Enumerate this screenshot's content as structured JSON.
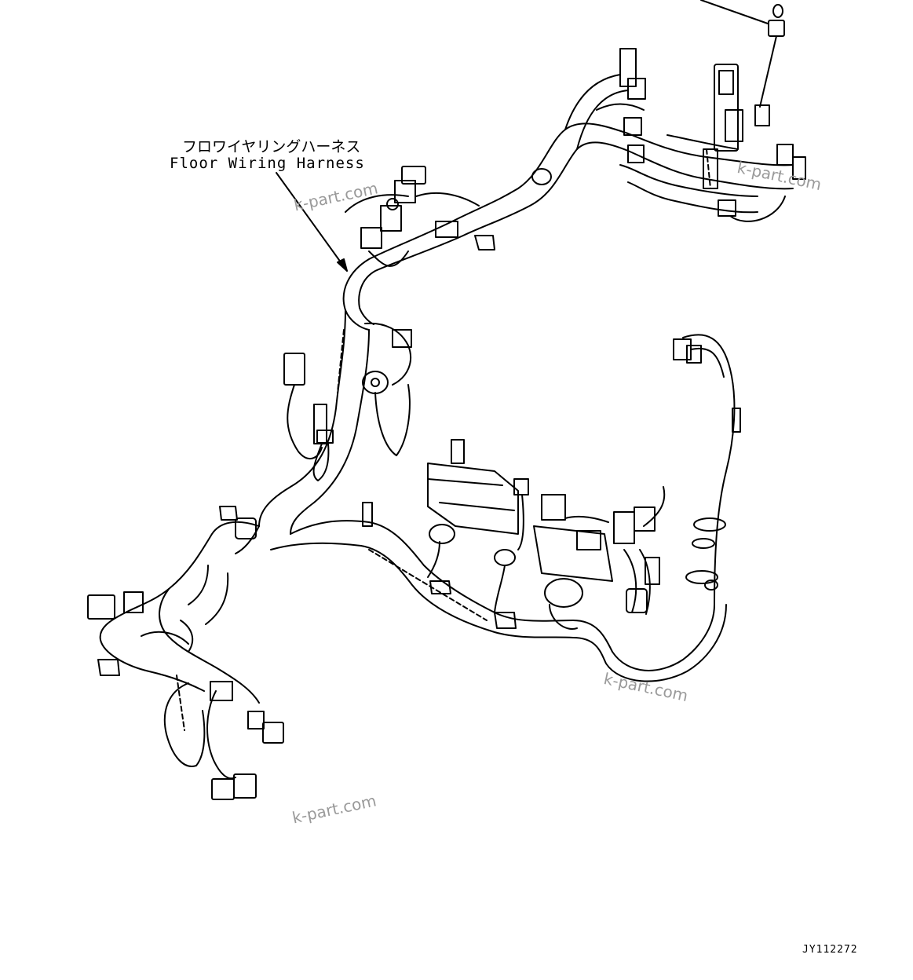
{
  "callout": {
    "label_jp": "フロワイヤリングハーネス",
    "label_en": "Floor Wiring Harness"
  },
  "watermarks": [
    "k-part.com",
    "k-part.com",
    "k-part.com",
    "k-part.com"
  ],
  "drawing_code": "JY112272",
  "colors": {
    "line": "#000000",
    "watermark": "#9a9a9a",
    "background": "#ffffff"
  }
}
